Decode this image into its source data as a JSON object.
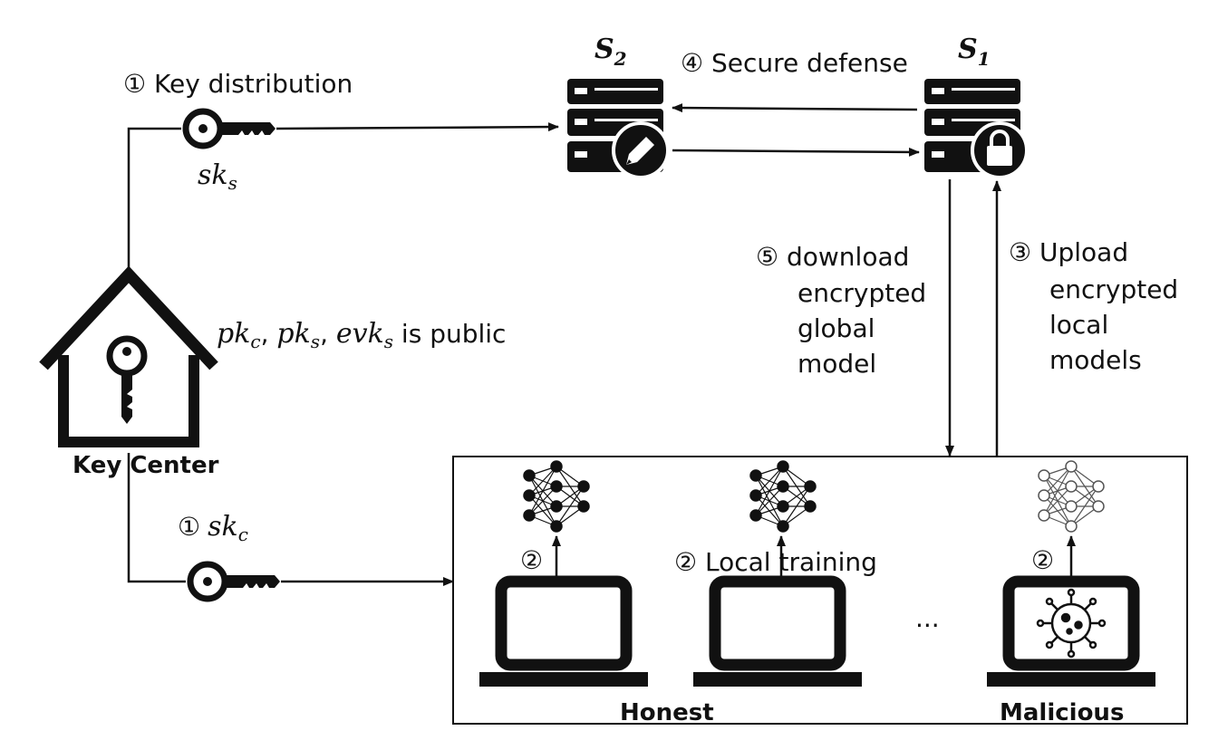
{
  "nodes": {
    "s2_label": "S",
    "s2_sub": "2",
    "s1_label": "S",
    "s1_sub": "1",
    "key_center_label": "Key Center",
    "honest_label": "Honest",
    "malicious_label": "Malicious",
    "ellipsis": "···"
  },
  "steps": {
    "step1_key_distribution": "① Key distribution",
    "sk_s_main": "sk",
    "sk_s_sub": "s",
    "step1_prefix": "①",
    "sk_c_main": "sk",
    "sk_c_sub": "c",
    "step2_marker": "②",
    "step2_local_training": "② Local training",
    "step3_lines": [
      "③ Upload",
      "encrypted",
      "local",
      "models"
    ],
    "step4_secure_defense": "④ Secure defense",
    "step5_lines": [
      "⑤ download",
      "encrypted",
      "global",
      "model"
    ]
  },
  "public_keys": {
    "pk": "pk",
    "c": "c",
    "s": "s",
    "evk": "evk",
    "sep": ", ",
    "suffix": " is public"
  },
  "colors": {
    "stroke": "#111111",
    "malicious_net": "#555555",
    "background": "#ffffff"
  },
  "icons": [
    "key-icon",
    "house-key-icon",
    "server-icon",
    "pencil-icon",
    "lock-icon",
    "laptop-icon",
    "neural-network-icon",
    "virus-icon"
  ]
}
